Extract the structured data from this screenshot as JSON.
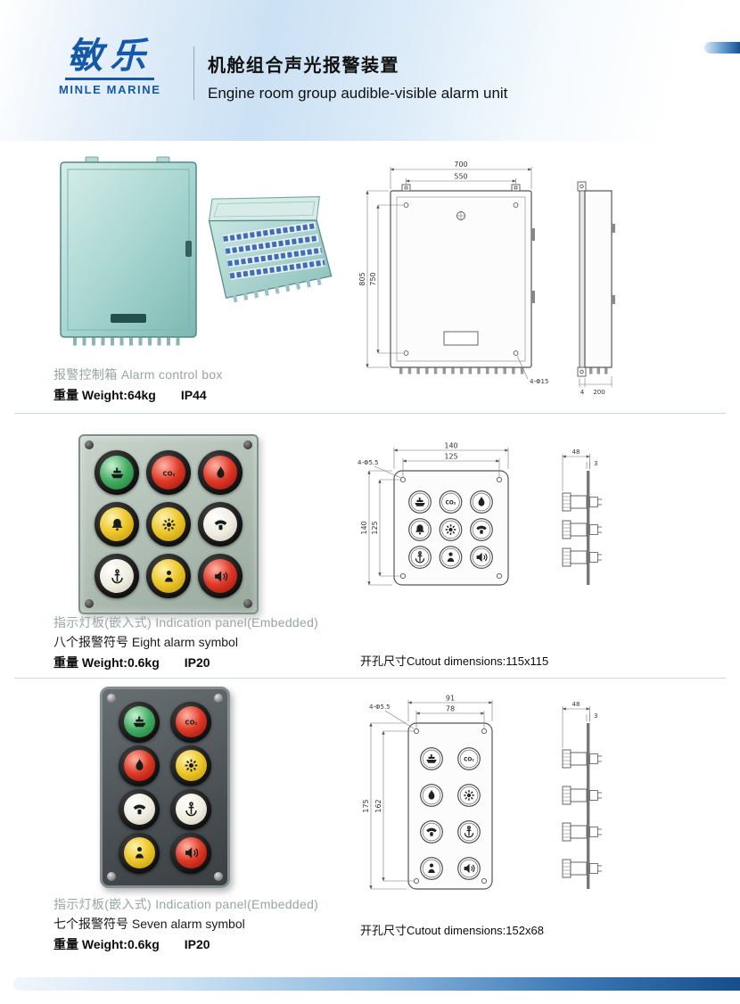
{
  "colors": {
    "brand_blue": "#1558a8",
    "accent_bar_blue": "#2d6fb0",
    "cabinet_teal": "#a9d6d1",
    "button_green": "#2f9e54",
    "button_red": "#d5281b",
    "button_yellow": "#e9c227",
    "button_white": "#eceadf"
  },
  "header": {
    "logo_cn": "敏乐",
    "logo_en": "MINLE MARINE",
    "title_cn": "机舱组合声光报警装置",
    "title_en": "Engine room group audible-visible alarm unit"
  },
  "s1": {
    "caption": "报警控制箱 Alarm control box",
    "weight": "重量 Weight:64kg",
    "ip": "IP44",
    "dims": {
      "width": "700",
      "mount_width": "550",
      "height": "805",
      "mount_height": "750",
      "holes": "4-Φ15",
      "side_flange": "4",
      "depth": "200"
    }
  },
  "s2": {
    "caption": "指示灯板(嵌入式) Indication panel(Embedded)",
    "subtitle": "八个报警符号 Eight alarm symbol",
    "weight": "重量 Weight:0.6kg",
    "ip": "IP20",
    "cutout": "开孔尺寸Cutout dimensions:115x115",
    "dims": {
      "width": "140",
      "mount_width": "125",
      "height": "140",
      "mount_height": "125",
      "holes": "4-Φ5.5",
      "depth": "48",
      "panel_t": "3"
    },
    "buttons": [
      {
        "color": "green",
        "icon": "ship"
      },
      {
        "color": "red",
        "icon": "co2"
      },
      {
        "color": "red",
        "icon": "fire"
      },
      {
        "color": "yellow",
        "icon": "bell"
      },
      {
        "color": "yellow",
        "icon": "gear"
      },
      {
        "color": "white",
        "icon": "phone"
      },
      {
        "color": "white",
        "icon": "anchor"
      },
      {
        "color": "yellow",
        "icon": "person"
      },
      {
        "color": "red",
        "icon": "speaker"
      }
    ]
  },
  "s3": {
    "caption": "指示灯板(嵌入式) Indication panel(Embedded)",
    "subtitle": "七个报警符号 Seven alarm symbol",
    "weight": "重量 Weight:0.6kg",
    "ip": "IP20",
    "cutout": "开孔尺寸Cutout dimensions:152x68",
    "dims": {
      "width": "91",
      "mount_width": "78",
      "height": "175",
      "mount_height": "162",
      "holes": "4-Φ5.5",
      "depth": "48",
      "panel_t": "3"
    },
    "buttons": [
      {
        "color": "green",
        "icon": "ship"
      },
      {
        "color": "red",
        "icon": "co2"
      },
      {
        "color": "red",
        "icon": "fire"
      },
      {
        "color": "yellow",
        "icon": "gear"
      },
      {
        "color": "white",
        "icon": "phone"
      },
      {
        "color": "white",
        "icon": "anchor"
      },
      {
        "color": "yellow",
        "icon": "person"
      },
      {
        "color": "red",
        "icon": "speaker"
      }
    ]
  }
}
